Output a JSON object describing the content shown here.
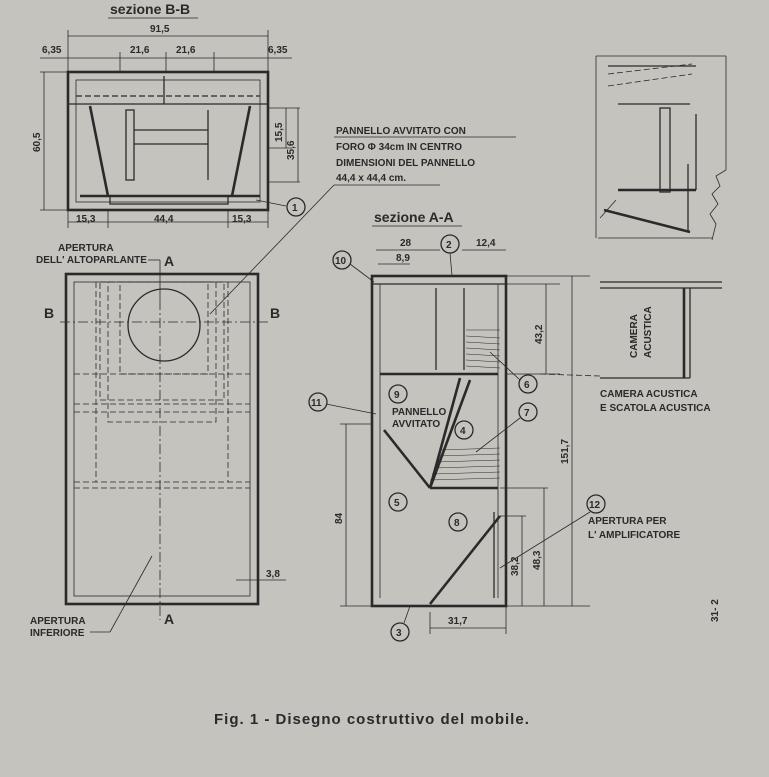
{
  "section_bb": {
    "title": "sezione B-B",
    "dims": {
      "overall_width": "91,5",
      "left_edge": "6,35",
      "center_left": "21,6",
      "center_right": "21,6",
      "right_edge": "6,35",
      "height": "60,5",
      "inner_height_a": "15,5",
      "inner_height_b": "35,6",
      "bottom_left": "15,3",
      "bottom_center": "44,4",
      "bottom_right": "15,3"
    },
    "marker_1": "1"
  },
  "panel_note": {
    "line1": "PANNELLO AVVITATO CON",
    "line2": "FORO Φ 34cm  IN CENTRO",
    "line3": "DIMENSIONI DEL PANNELLO",
    "line4": "44,4 x 44,4 cm."
  },
  "front_view": {
    "speaker_label_1": "APERTURA",
    "speaker_label_2": "DELL' ALTOPARLANTE",
    "section_a_top": "A",
    "section_a_bottom": "A",
    "section_b_left": "B",
    "section_b_right": "B",
    "dim_side": "3,8",
    "bottom_label_1": "APERTURA",
    "bottom_label_2": "INFERIORE"
  },
  "section_aa": {
    "title": "sezione A-A",
    "dims": {
      "top_28": "28",
      "top_8_9": "8,9",
      "top_12_4": "12,4",
      "upper_43_2": "43,2",
      "total_151_7": "151,7",
      "lower_84": "84",
      "lower_38_2": "38,2",
      "lower_48_3": "48,3",
      "bottom_31_7": "31,7"
    },
    "markers": [
      "2",
      "3",
      "4",
      "5",
      "6",
      "7",
      "8",
      "9",
      "10",
      "11",
      "12"
    ],
    "screwed_panel_1": "PANNELLO",
    "screwed_panel_2": "AVVITATO",
    "amp_opening_1": "APERTURA PER",
    "amp_opening_2": "L' AMPLIFICATORE"
  },
  "acoustic_detail": {
    "chamber_1": "CAMERA",
    "chamber_2": "ACUSTICA",
    "caption_1": "CAMERA ACUSTICA",
    "caption_2": "E SCATOLA ACUSTICA"
  },
  "side_code": "31- 2",
  "figure_caption": "Fig. 1  -  Disegno  costruttivo  del  mobile."
}
